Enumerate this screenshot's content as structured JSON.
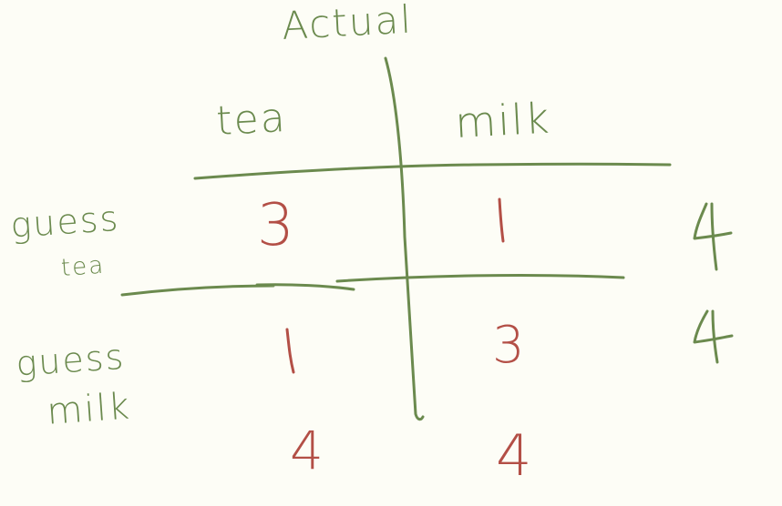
{
  "header": {
    "actual": "Actual"
  },
  "columns": [
    "tea",
    "milk"
  ],
  "rows": [
    {
      "label_line1": "guess",
      "label_line2": "tea",
      "cells": [
        "3",
        "1"
      ],
      "total": "4"
    },
    {
      "label_line1": "guess",
      "label_line2": "milk",
      "cells": [
        "1",
        "3"
      ],
      "total": "4"
    }
  ],
  "column_totals": [
    "4",
    "4"
  ],
  "colors": {
    "ink_green": "#6b8a4e",
    "ink_red": "#b34f46",
    "background": "#fdfdf6"
  }
}
